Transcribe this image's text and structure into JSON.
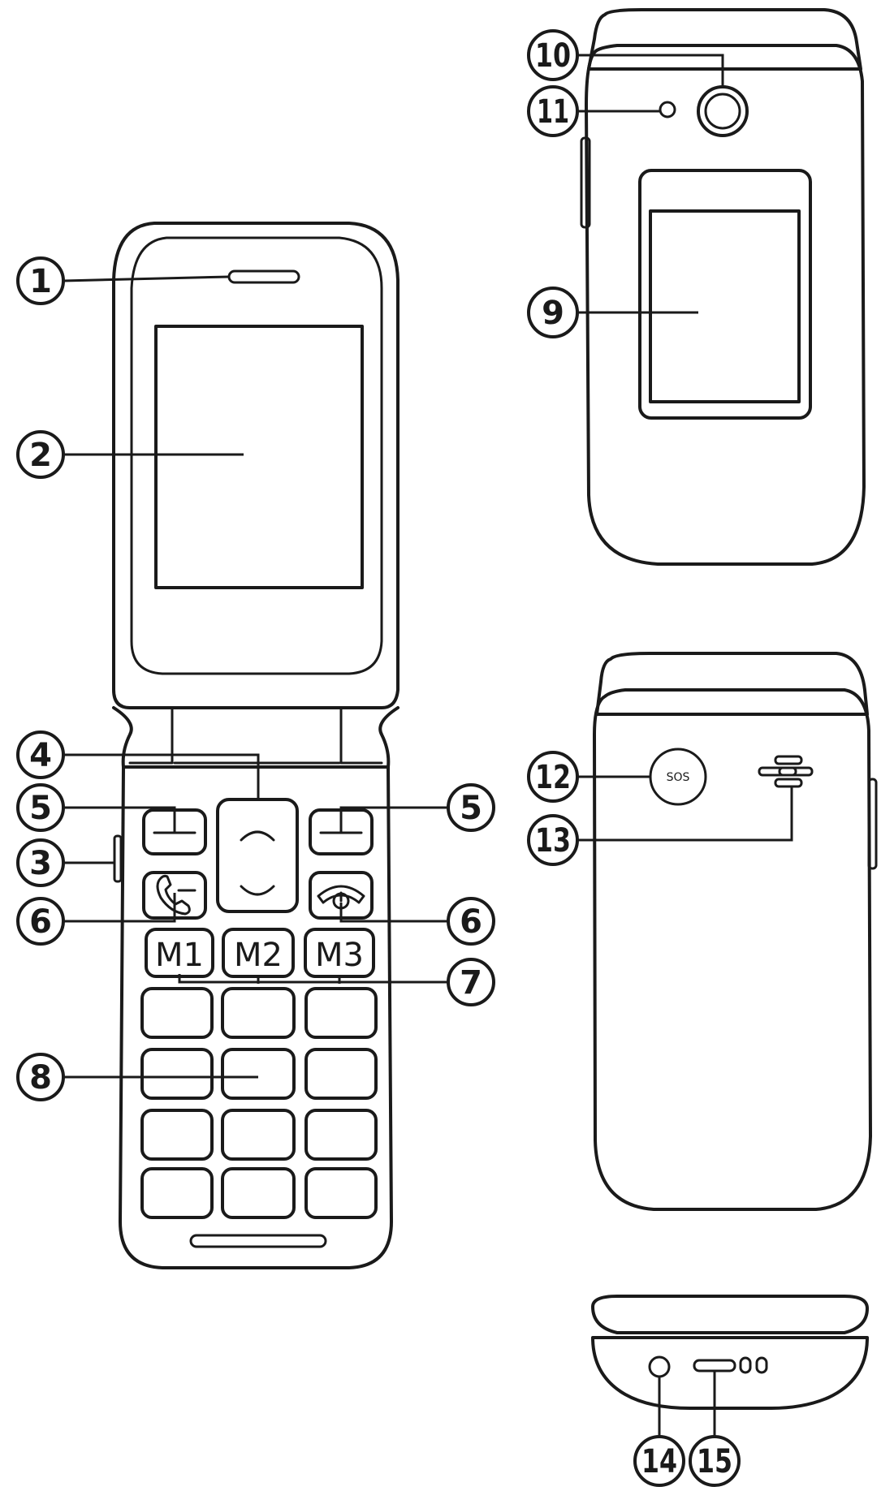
{
  "callouts": [
    {
      "id": "1",
      "label": "1"
    },
    {
      "id": "2",
      "label": "2"
    },
    {
      "id": "3",
      "label": "3"
    },
    {
      "id": "4",
      "label": "4"
    },
    {
      "id": "5a",
      "label": "5"
    },
    {
      "id": "5b",
      "label": "5"
    },
    {
      "id": "6a",
      "label": "6"
    },
    {
      "id": "6b",
      "label": "6"
    },
    {
      "id": "7",
      "label": "7"
    },
    {
      "id": "8",
      "label": "8"
    },
    {
      "id": "9",
      "label": "9"
    },
    {
      "id": "10",
      "label": "10"
    },
    {
      "id": "11",
      "label": "11"
    },
    {
      "id": "12",
      "label": "12"
    },
    {
      "id": "13",
      "label": "13"
    },
    {
      "id": "14",
      "label": "14"
    },
    {
      "id": "15",
      "label": "15"
    }
  ],
  "keys": {
    "m1": "M1",
    "m2": "M2",
    "m3": "M3",
    "sos": "SOS"
  }
}
